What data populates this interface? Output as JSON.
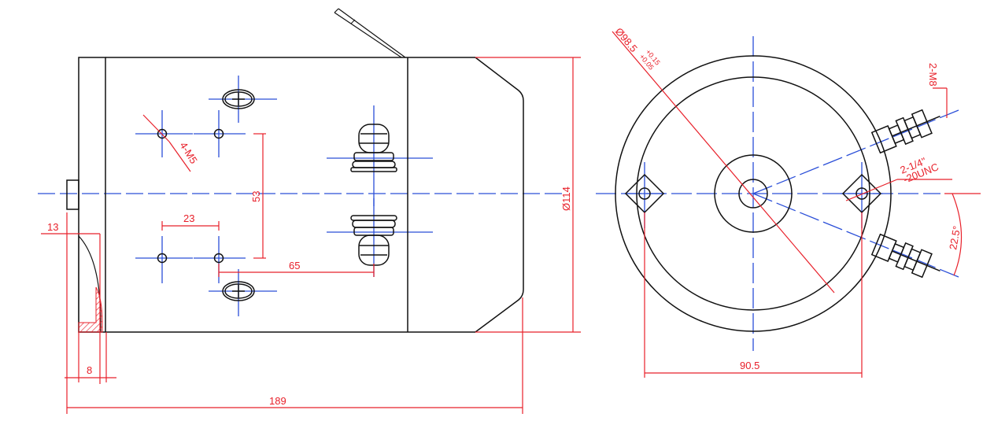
{
  "colors": {
    "outline": "#111111",
    "dimension": "#e8202a",
    "centerline": "#2b4fd8",
    "background": "#ffffff"
  },
  "dimensions": {
    "overall_length": "189",
    "flange_offset": "13",
    "flange_thickness": "8",
    "hole_spacing_h": "23",
    "hole_spacing_v": "53",
    "terminal_distance": "65",
    "body_diameter": "Ø114",
    "mount_hole": "4-M5",
    "bolt_circle": "Ø98.5",
    "bolt_circle_tol_upper": "+0.15",
    "bolt_circle_tol_lower": "+0.05",
    "mount_bolts": "2-M8",
    "terminal_thread_1": "2-1/4\"",
    "terminal_thread_2": "-20UNC",
    "terminal_angle": "22.5°",
    "mount_spacing": "90.5"
  }
}
